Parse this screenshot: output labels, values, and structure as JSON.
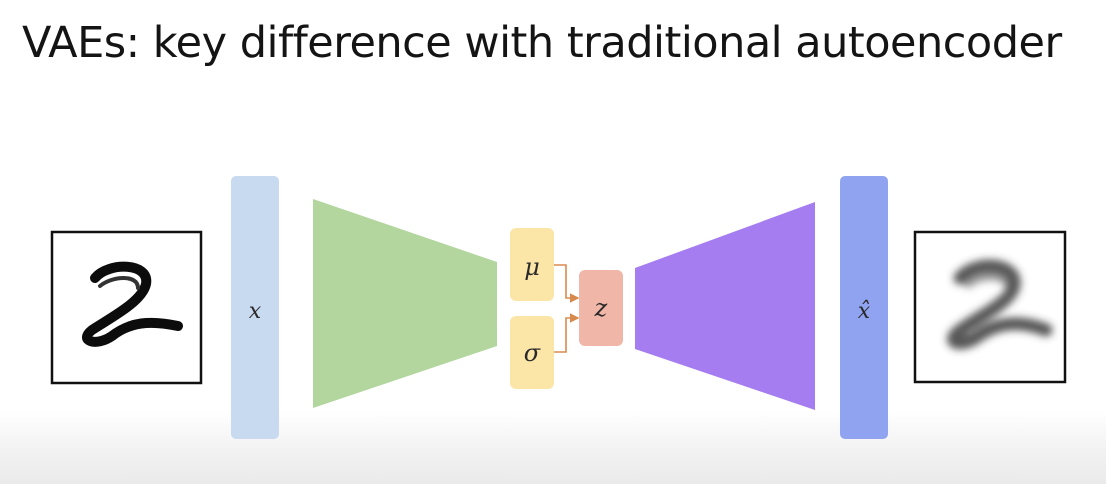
{
  "title": "VAEs: key difference with traditional autoencoder",
  "diagram": {
    "input_label": "x",
    "mu_label": "μ",
    "sigma_label": "σ",
    "latent_label": "z",
    "output_label": "x̂",
    "input_image_digit": "2",
    "output_image_digit": "2"
  },
  "colors": {
    "input_bar": "#c8daf0",
    "encoder": "#b3d69f",
    "mu_sigma_box": "#fbe5a7",
    "latent_box": "#f0b6a7",
    "decoder": "#a57df0",
    "output_bar": "#8fa3f0",
    "arrow": "#d88a4e"
  }
}
